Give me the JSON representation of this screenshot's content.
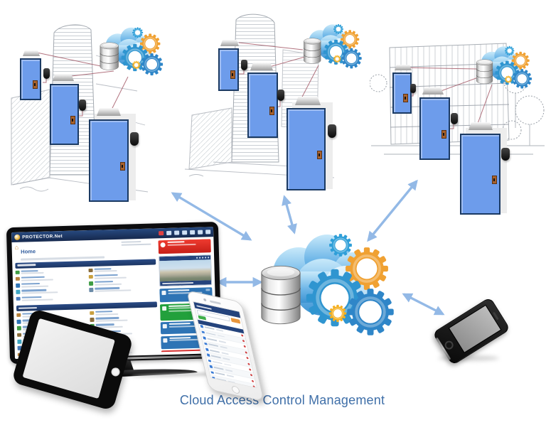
{
  "title": {
    "text": "Cloud Access Control Management",
    "color": "#3f6fa8"
  },
  "diagram": {
    "description": "Three building sites with access-controlled doors and card readers connect through the cloud to a central access control platform used from a desktop dashboard, tablet and smartphones.",
    "center_node": {
      "name": "cloud-platform",
      "elements": [
        "cloud",
        "database",
        "gears"
      ]
    },
    "sites": [
      {
        "name": "site-1",
        "doors": 3,
        "card_readers": 3,
        "cloud_icon": true
      },
      {
        "name": "site-2",
        "doors": 3,
        "card_readers": 3,
        "cloud_icon": true
      },
      {
        "name": "site-3",
        "doors": 3,
        "card_readers": 3,
        "cloud_icon": true
      }
    ],
    "client_devices": [
      "desktop-monitor",
      "tablet",
      "smartphone-white",
      "smartphone-black"
    ],
    "connections": [
      {
        "from": "cloud-platform",
        "to": "site-1",
        "type": "double-headed-arrow"
      },
      {
        "from": "cloud-platform",
        "to": "site-2",
        "type": "double-headed-arrow"
      },
      {
        "from": "cloud-platform",
        "to": "site-3",
        "type": "double-headed-arrow"
      },
      {
        "from": "cloud-platform",
        "to": "desktop-monitor",
        "type": "double-headed-arrow"
      },
      {
        "from": "cloud-platform",
        "to": "smartphone-black",
        "type": "double-headed-arrow"
      }
    ],
    "colors": {
      "arrow": "#93b9e6",
      "door": "#6d9ceb",
      "door_border": "#1b3a63",
      "wiring_line": "#a45a68",
      "sketch": "#a6acb4"
    }
  },
  "monitor_app": {
    "brand": "PROTECTOR.Net",
    "page_title": "Home",
    "home_icon": "house-icon",
    "topbar_icon_colors": [
      "#e04040",
      "#cfe0f4",
      "#cfe0f4",
      "#cfe0f4",
      "#cfe0f4",
      "#cfe0f4",
      "#cfe0f4"
    ],
    "alert_banner_color": "#e02a2a",
    "camera_panel": true,
    "notifications": [
      {
        "color": "#2e74b5",
        "h": 15
      },
      {
        "color": "#22a03c",
        "h": 19
      },
      {
        "color": "#2e74b5",
        "h": 13
      },
      {
        "color": "#2e74b5",
        "h": 14
      },
      {
        "color": "#d62f2f",
        "h": 16
      },
      {
        "color": "#2e74b5",
        "h": 13
      }
    ],
    "menu_sections": [
      {
        "left": [
          "#3f9d44",
          "#b5803a",
          "#2e74b5",
          "#3fa7c4",
          "#4a7dbf"
        ],
        "right": [
          "#8a6d3b",
          "#c9a03f",
          "#3f9d44",
          "#6b8ba8"
        ]
      },
      {
        "left": [
          "#b5803a",
          "#2e74b5",
          "#3f9d44",
          "#8a6d3b",
          "#3fa7c4",
          "#4a7dbf",
          "#b5803a"
        ],
        "right": [
          "#c9a03f",
          "#8a6d3b",
          "#3f9d44",
          "#2e74b5",
          "#b5803a",
          "#6b8ba8",
          "#3f9d44"
        ]
      },
      {
        "left": [
          "#2e74b5",
          "#3f9d44"
        ],
        "right": [
          "#b5803a",
          "#c9a03f",
          "#8a6d3b",
          "#3f9d44"
        ]
      }
    ]
  },
  "phone_app": {
    "header_color": "#24437c",
    "row_count": 11,
    "row_icon_color": "#3a7bd5",
    "row_dot_color": "#d04040",
    "button_colors": {
      "primary": "#e8963c",
      "secondary": "#3fae49"
    }
  }
}
